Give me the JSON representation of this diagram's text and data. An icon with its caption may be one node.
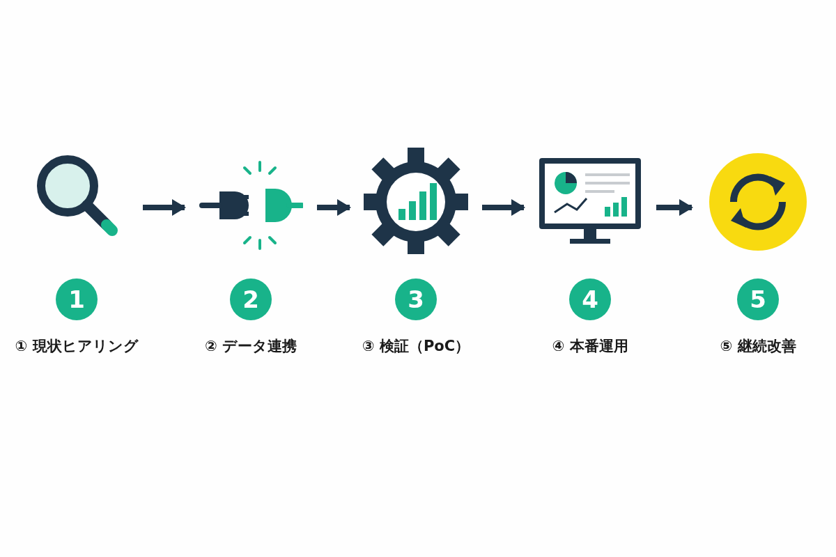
{
  "diagram": {
    "nodes": [
      {
        "text": [
          "1",
          "① 現状ヒアリング"
        ]
      },
      {
        "text": [
          "2",
          "② データ連携"
        ]
      },
      {
        "text": [
          "3",
          "③ 検証（PoC）"
        ]
      },
      {
        "text": [
          "4",
          "④ 本番運用"
        ]
      },
      {
        "text": [
          "5",
          "⑤ 継続改善"
        ]
      }
    ],
    "edges": [
      {
        "from": 0,
        "to": 1,
        "arrow": "to"
      },
      {
        "from": 1,
        "to": 2,
        "arrow": "to"
      },
      {
        "from": 2,
        "to": 3,
        "arrow": "to"
      },
      {
        "from": 3,
        "to": 4,
        "arrow": "to"
      }
    ]
  }
}
